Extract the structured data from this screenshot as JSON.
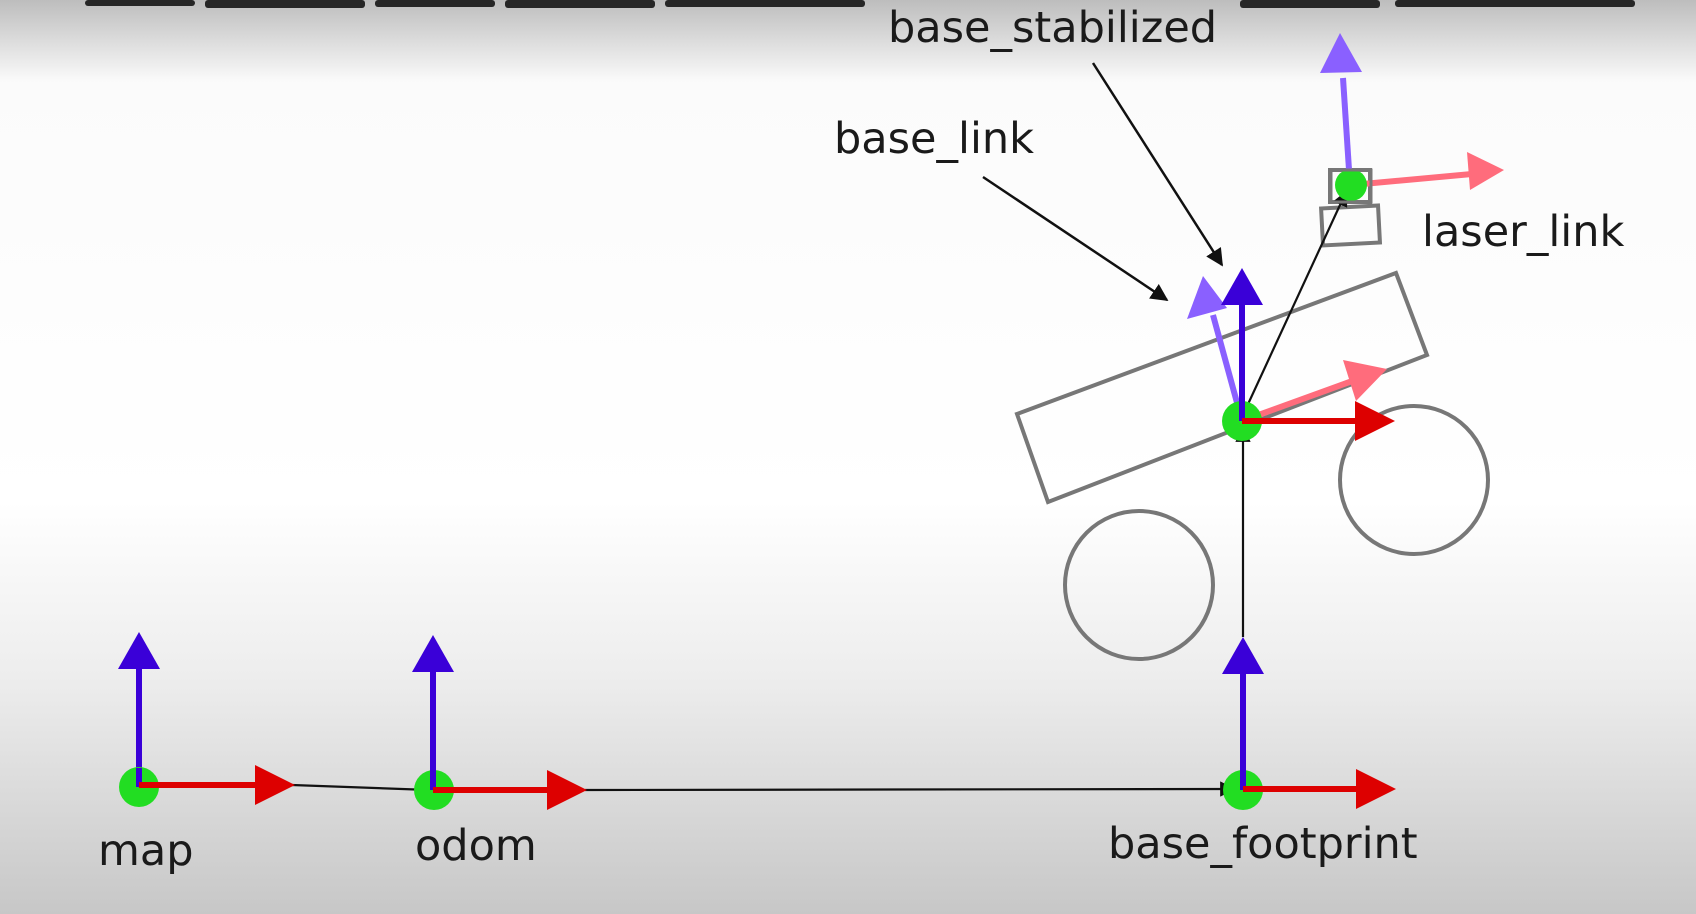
{
  "frames": {
    "map": "map",
    "odom": "odom",
    "base_footprint": "base_footprint",
    "base_link": "base_link",
    "base_stabilized": "base_stabilized",
    "laser_link": "laser_link"
  },
  "colors": {
    "z_axis": "#3a00d8",
    "x_axis": "#dd0000",
    "origin": "#22dd22",
    "outline": "#777777",
    "link": "#111111",
    "tilted_z": "#8a60ff",
    "tilted_x": "#ff6c7c"
  }
}
